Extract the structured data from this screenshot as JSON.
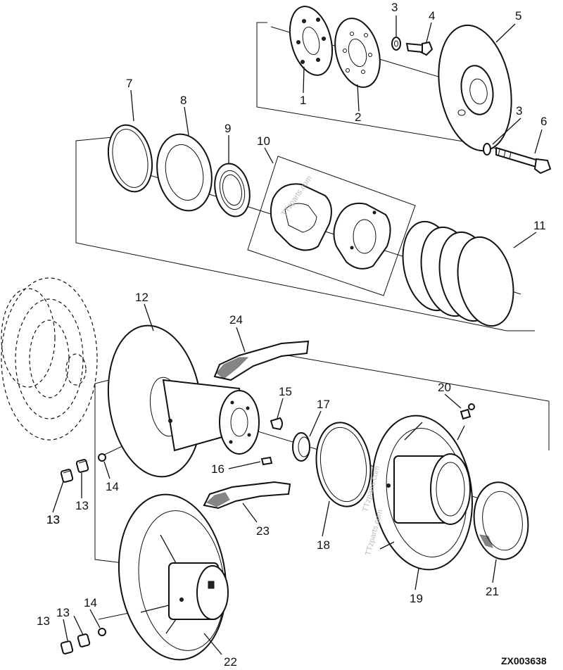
{
  "drawing_code": "ZX003638",
  "watermarks": [
    "TTzparts.com",
    "TTzparts.com",
    "TTzparts.com"
  ],
  "callouts": [
    "1",
    "2",
    "3",
    "4",
    "5",
    "3",
    "6",
    "7",
    "8",
    "9",
    "10",
    "11",
    "12",
    "24",
    "15",
    "17",
    "20",
    "16",
    "14",
    "13",
    "13",
    "13",
    "23",
    "18",
    "19",
    "21",
    "14",
    "13",
    "13",
    "22"
  ]
}
